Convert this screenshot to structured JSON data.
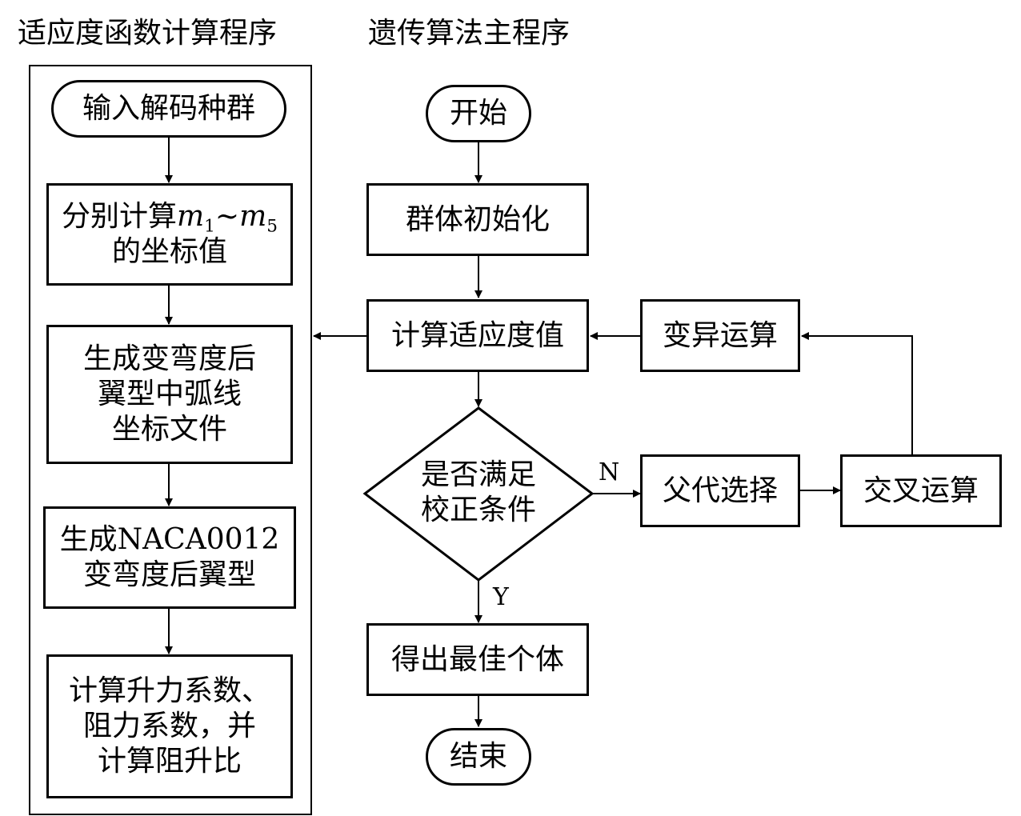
{
  "titles": {
    "left": "适应度函数计算程序",
    "right": "遗传算法主程序"
  },
  "fitness": {
    "input": "输入解码种群",
    "calc_coords": {
      "prefix": "分别计算",
      "m1_var": "m",
      "m1_sub": "1",
      "tilde": "~",
      "m5_var": "m",
      "m5_sub": "5",
      "line2": "的坐标值"
    },
    "camber_file": [
      "生成变弯度后",
      "翼型中弧线",
      "坐标文件"
    ],
    "naca": [
      "生成NACA0012",
      "变弯度后翼型"
    ],
    "coeffs": [
      "计算升力系数、",
      "阻力系数，并",
      "计算阻升比"
    ]
  },
  "ga": {
    "start": "开始",
    "init": "群体初始化",
    "fitness_value": "计算适应度值",
    "check": [
      "是否满足",
      "校正条件"
    ],
    "best": "得出最佳个体",
    "end": "结束",
    "mutation": "变异运算",
    "selection": "父代选择",
    "crossover": "交叉运算",
    "label_no": "N",
    "label_yes": "Y"
  }
}
